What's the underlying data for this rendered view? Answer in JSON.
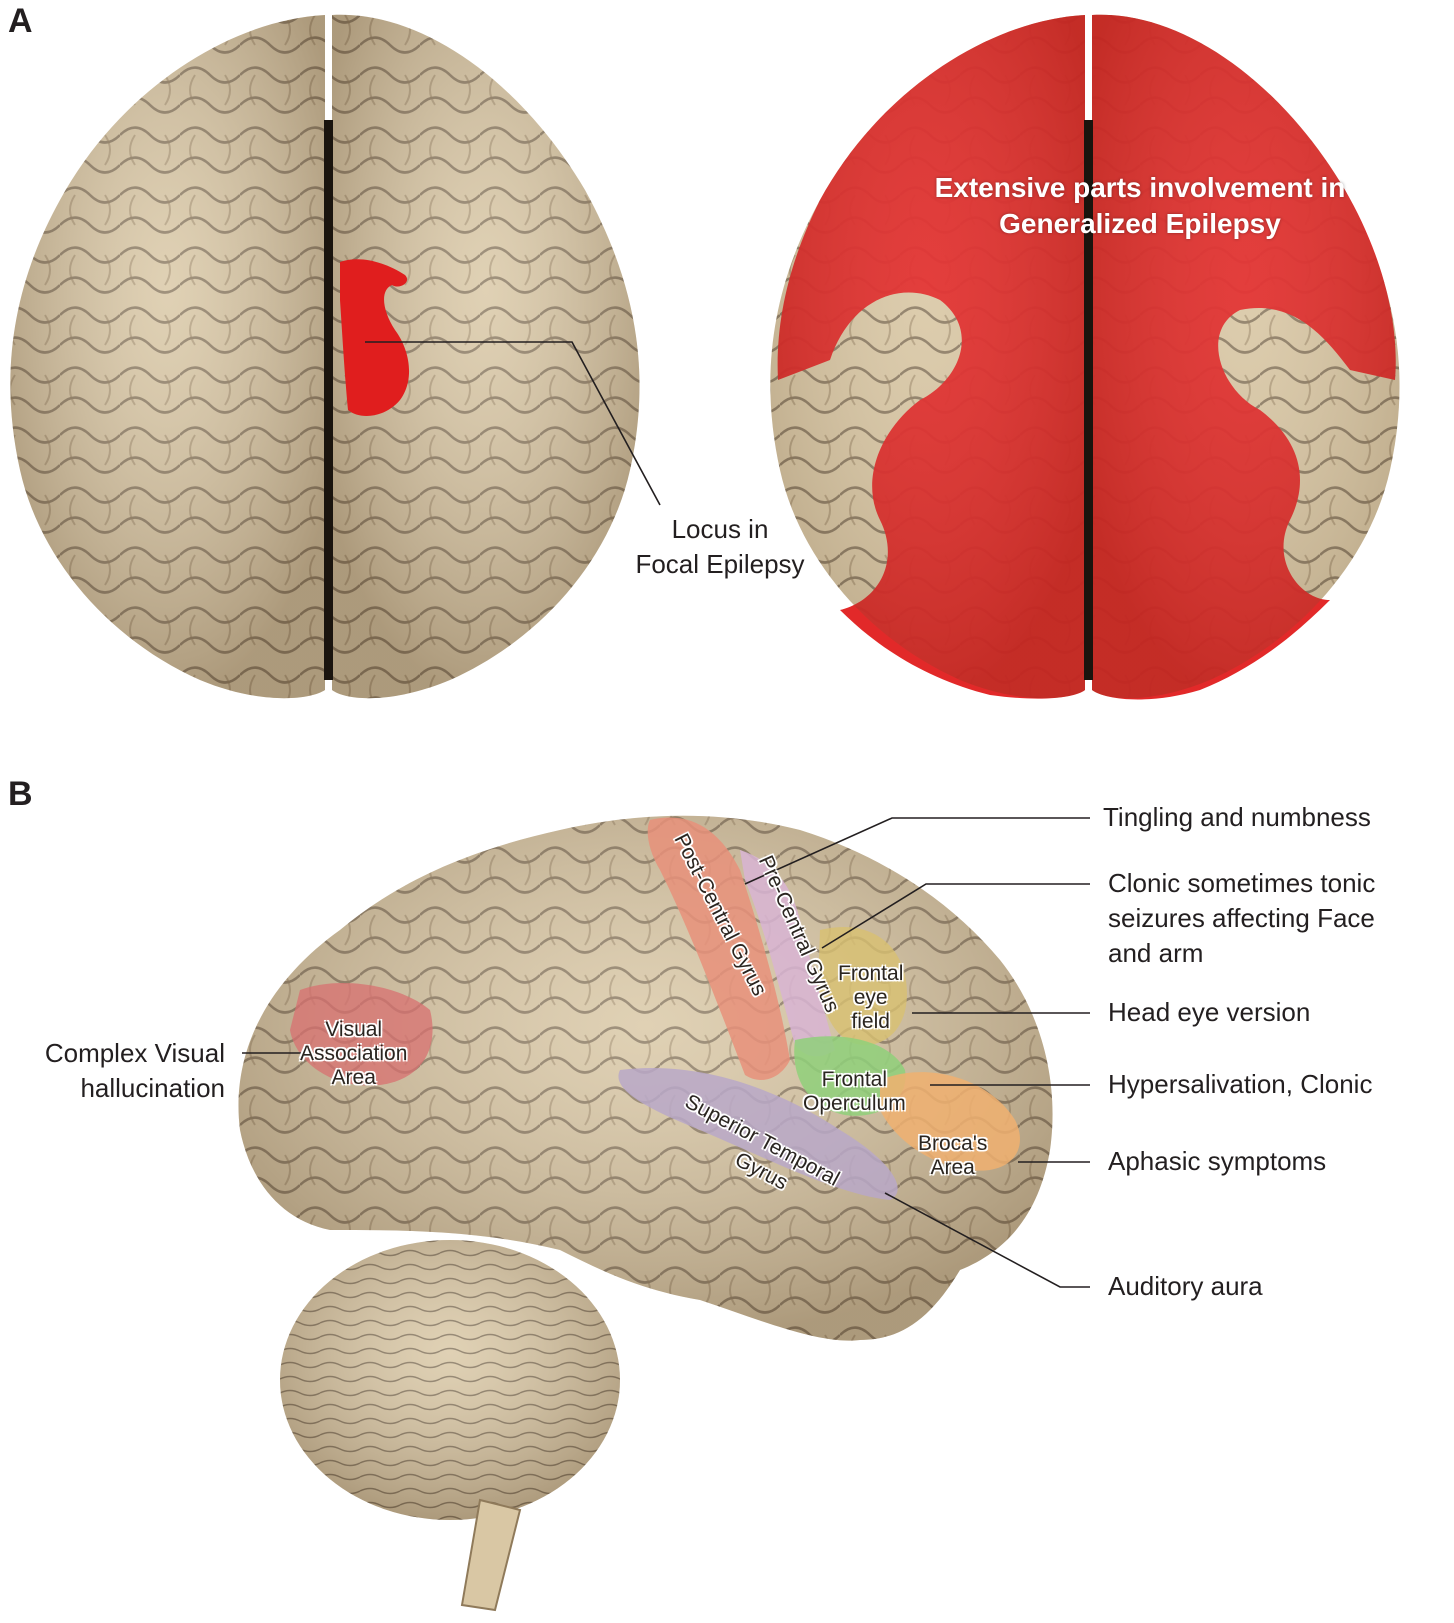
{
  "figure": {
    "panel_a": {
      "letter": "A",
      "focal_brain": {
        "callout": [
          "Locus in",
          "Focal Epilepsy"
        ]
      },
      "generalized_brain": {
        "overlay_title": [
          "Extensive parts involvement in",
          "Generalized Epilepsy"
        ]
      }
    },
    "panel_b": {
      "letter": "B",
      "regions": {
        "post_central": "Post-Central Gyrus",
        "pre_central": "Pre-Central Gyrus",
        "frontal_eye_field": [
          "Frontal",
          "eye",
          "field"
        ],
        "frontal_operculum": [
          "Frontal",
          "Operculum"
        ],
        "brocas_area": [
          "Broca's",
          "Area"
        ],
        "superior_temporal": [
          "Superior Temporal",
          "Gyrus"
        ],
        "visual_association": [
          "Visual",
          "Association",
          "Area"
        ]
      },
      "callouts": {
        "tingling": "Tingling and numbness",
        "clonic": [
          "Clonic sometimes tonic",
          "seizures affecting Face",
          "and arm"
        ],
        "head_eye": "Head eye version",
        "hypersalivation": "Hypersalivation, Clonic",
        "aphasic": "Aphasic symptoms",
        "auditory": "Auditory aura",
        "visual": [
          "Complex Visual",
          "hallucination"
        ]
      }
    }
  },
  "colors": {
    "brain_tissue": "#d9c7a4",
    "brain_shadow": "#8f7a5a",
    "sulcus": "#4a3a2a",
    "epileptic_red": "#e01e1e",
    "post_central_pink": "#e8907a",
    "pre_central_lilac": "#d8b4d4",
    "frontal_eye_yellow": "#d8c070",
    "operculum_green": "#8fd07a",
    "broca_orange": "#f0b070",
    "temporal_lavender": "#b8a8c8",
    "visual_red": "#d87070",
    "leader_line": "#231f20"
  }
}
